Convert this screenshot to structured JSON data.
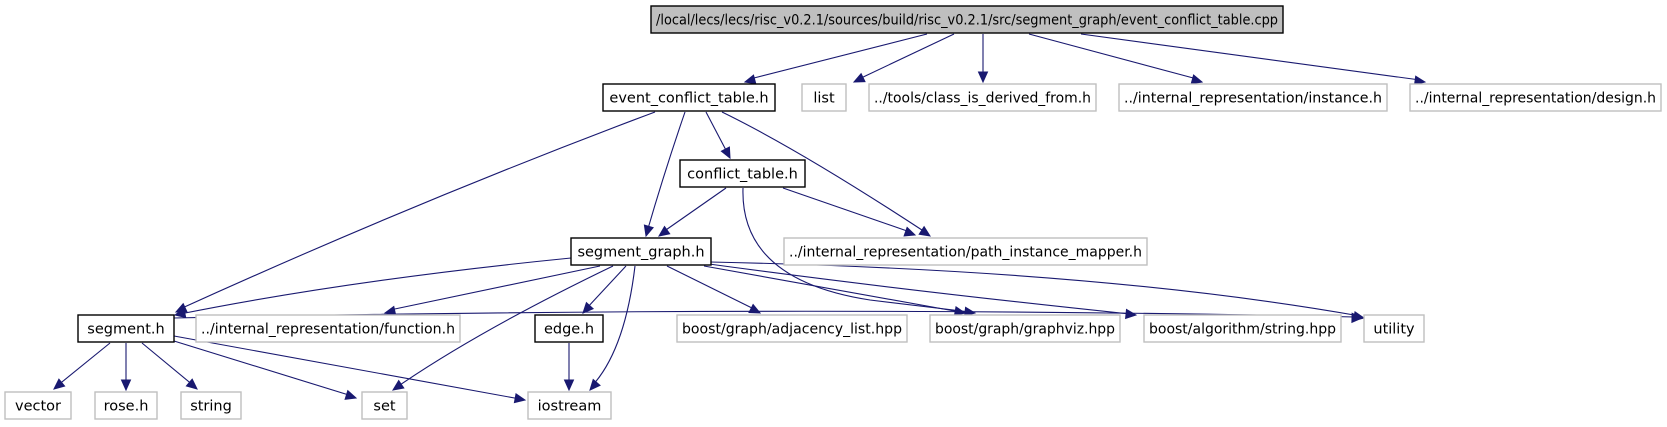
{
  "colors": {
    "edge": "#191970",
    "root_fill": "#bfbfbf",
    "documented_border": "#000000",
    "external_border": "#bfbfbf",
    "node_fill": "#ffffff"
  },
  "nodes": [
    {
      "id": "root",
      "label": "/local/lecs/lecs/risc_v0.2.1/sources/build/risc_v0.2.1/src/segment_graph/event_conflict_table.cpp",
      "kind": "root"
    },
    {
      "id": "event_conflict_table_h",
      "label": "event_conflict_table.h",
      "kind": "documented"
    },
    {
      "id": "list",
      "label": "list",
      "kind": "external"
    },
    {
      "id": "class_is_derived_from_h",
      "label": "../tools/class_is_derived_from.h",
      "kind": "external"
    },
    {
      "id": "instance_h",
      "label": "../internal_representation/instance.h",
      "kind": "external"
    },
    {
      "id": "design_h",
      "label": "../internal_representation/design.h",
      "kind": "external"
    },
    {
      "id": "conflict_table_h",
      "label": "conflict_table.h",
      "kind": "documented"
    },
    {
      "id": "segment_graph_h",
      "label": "segment_graph.h",
      "kind": "documented"
    },
    {
      "id": "path_instance_mapper_h",
      "label": "../internal_representation/path_instance_mapper.h",
      "kind": "external"
    },
    {
      "id": "segment_h",
      "label": "segment.h",
      "kind": "documented"
    },
    {
      "id": "function_h",
      "label": "../internal_representation/function.h",
      "kind": "external"
    },
    {
      "id": "edge_h",
      "label": "edge.h",
      "kind": "documented"
    },
    {
      "id": "adjacency_list_hpp",
      "label": "boost/graph/adjacency_list.hpp",
      "kind": "external"
    },
    {
      "id": "graphviz_hpp",
      "label": "boost/graph/graphviz.hpp",
      "kind": "external"
    },
    {
      "id": "string_hpp",
      "label": "boost/algorithm/string.hpp",
      "kind": "external"
    },
    {
      "id": "utility",
      "label": "utility",
      "kind": "external"
    },
    {
      "id": "vector",
      "label": "vector",
      "kind": "external"
    },
    {
      "id": "rose_h",
      "label": "rose.h",
      "kind": "external"
    },
    {
      "id": "string",
      "label": "string",
      "kind": "external"
    },
    {
      "id": "set",
      "label": "set",
      "kind": "external"
    },
    {
      "id": "iostream",
      "label": "iostream",
      "kind": "external"
    }
  ],
  "edges": [
    {
      "from": "root",
      "to": "event_conflict_table_h"
    },
    {
      "from": "root",
      "to": "list"
    },
    {
      "from": "root",
      "to": "class_is_derived_from_h"
    },
    {
      "from": "root",
      "to": "instance_h"
    },
    {
      "from": "root",
      "to": "design_h"
    },
    {
      "from": "event_conflict_table_h",
      "to": "conflict_table_h"
    },
    {
      "from": "event_conflict_table_h",
      "to": "segment_graph_h"
    },
    {
      "from": "event_conflict_table_h",
      "to": "path_instance_mapper_h"
    },
    {
      "from": "event_conflict_table_h",
      "to": "segment_h"
    },
    {
      "from": "conflict_table_h",
      "to": "segment_graph_h"
    },
    {
      "from": "conflict_table_h",
      "to": "path_instance_mapper_h"
    },
    {
      "from": "conflict_table_h",
      "to": "graphviz_hpp"
    },
    {
      "from": "segment_graph_h",
      "to": "segment_h"
    },
    {
      "from": "segment_graph_h",
      "to": "function_h"
    },
    {
      "from": "segment_graph_h",
      "to": "edge_h"
    },
    {
      "from": "segment_graph_h",
      "to": "adjacency_list_hpp"
    },
    {
      "from": "segment_graph_h",
      "to": "graphviz_hpp"
    },
    {
      "from": "segment_graph_h",
      "to": "string_hpp"
    },
    {
      "from": "segment_graph_h",
      "to": "utility"
    },
    {
      "from": "segment_graph_h",
      "to": "set"
    },
    {
      "from": "segment_graph_h",
      "to": "iostream"
    },
    {
      "from": "segment_h",
      "to": "vector"
    },
    {
      "from": "segment_h",
      "to": "rose_h"
    },
    {
      "from": "segment_h",
      "to": "string"
    },
    {
      "from": "segment_h",
      "to": "set"
    },
    {
      "from": "segment_h",
      "to": "iostream"
    },
    {
      "from": "segment_h",
      "to": "utility"
    },
    {
      "from": "edge_h",
      "to": "iostream"
    }
  ]
}
